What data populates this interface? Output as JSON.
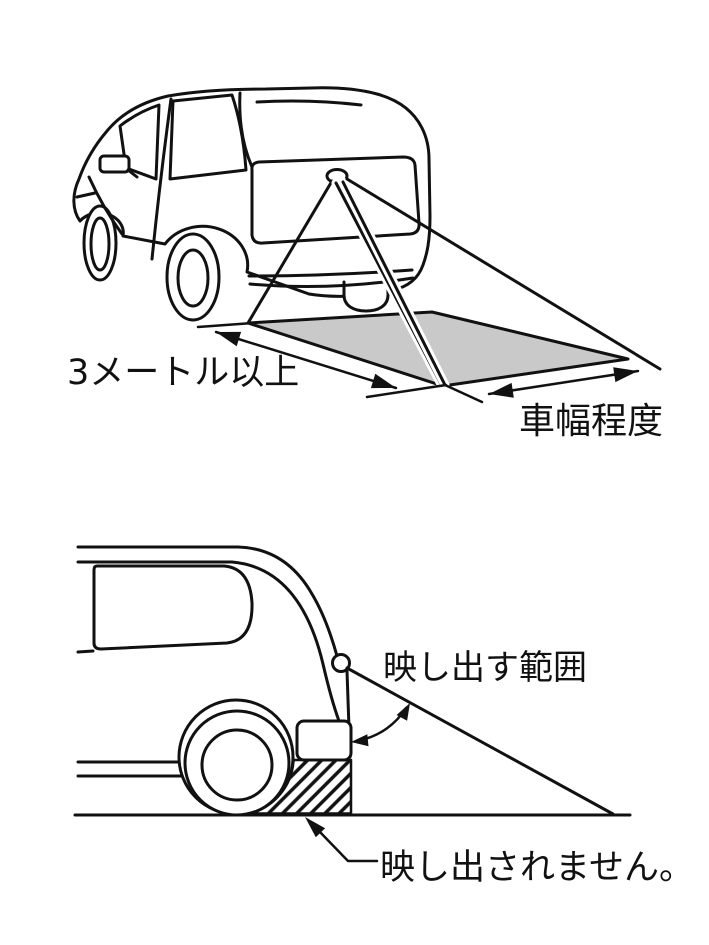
{
  "page": {
    "background": "#ffffff",
    "line_color": "#111111"
  },
  "figure_top": {
    "title_hint": "rear-camera coverage, rear three-quarter view",
    "coverage_fill": "#c9c9c9",
    "label_length": "3メートル以上",
    "label_width": "車幅程度"
  },
  "figure_bottom": {
    "title_hint": "rear-camera coverage, side view",
    "label_visible_range": "映し出す範囲",
    "label_blind_area": "映し出されません。"
  }
}
